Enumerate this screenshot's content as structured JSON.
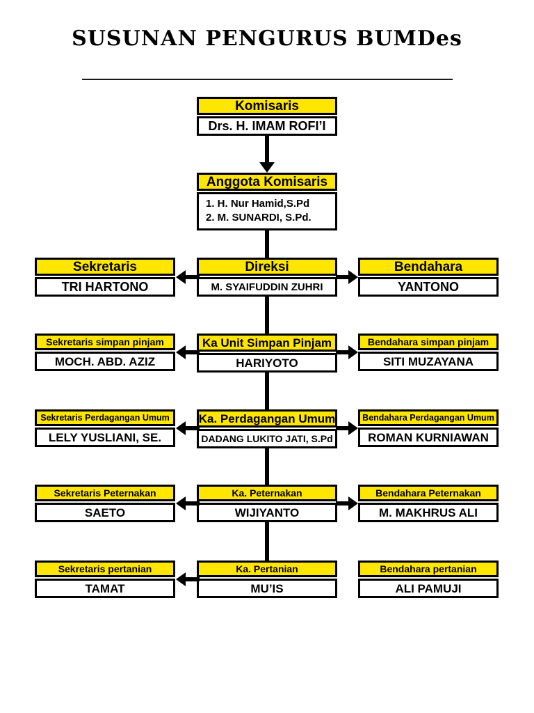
{
  "document": {
    "title": "SUSUNAN PENGURUS BUMDes"
  },
  "colors": {
    "header_fill": "#ffe600",
    "body_fill": "#ffffff",
    "border": "#000000",
    "text": "#000000",
    "rule": "#1a1a1a"
  },
  "chart_data": {
    "type": "diagram",
    "title": "SUSUNAN PENGURUS BUMDes",
    "orientation": "top-down organizational hierarchy with left and right satellites",
    "nodes": [
      {
        "id": "komisaris",
        "column": "center",
        "row": 0,
        "header": "Komisaris",
        "body": "Drs. H. IMAM ROFI’I"
      },
      {
        "id": "anggota-komisaris",
        "column": "center",
        "row": 1,
        "header": "Anggota Komisaris",
        "body_lines": [
          "1.  H. Nur Hamid,S.Pd",
          "2.  M. SUNARDI, S.Pd."
        ]
      },
      {
        "id": "direksi",
        "column": "center",
        "row": 2,
        "header": "Direksi",
        "body": "M. SYAIFUDDIN ZUHRI"
      },
      {
        "id": "sekretaris",
        "column": "left",
        "row": 2,
        "header": "Sekretaris",
        "body": "TRI HARTONO"
      },
      {
        "id": "bendahara",
        "column": "right",
        "row": 2,
        "header": "Bendahara",
        "body": "YANTONO"
      },
      {
        "id": "ka-unit-simpan-pinjam",
        "column": "center",
        "row": 3,
        "header": "Ka Unit Simpan Pinjam",
        "body": "HARIYOTO"
      },
      {
        "id": "sekretaris-simpan-pinjam",
        "column": "left",
        "row": 3,
        "header": "Sekretaris simpan pinjam",
        "body": "MOCH. ABD. AZIZ"
      },
      {
        "id": "bendahara-simpan-pinjam",
        "column": "right",
        "row": 3,
        "header": "Bendahara simpan pinjam",
        "body": "SITI MUZAYANA"
      },
      {
        "id": "ka-perdagangan-umum",
        "column": "center",
        "row": 4,
        "header": "Ka. Perdagangan Umum",
        "body": "DADANG LUKITO JATI, S.Pd"
      },
      {
        "id": "sekretaris-perdagangan-umum",
        "column": "left",
        "row": 4,
        "header": "Sekretaris Perdagangan Umum",
        "body": "LELY YUSLIANI, SE."
      },
      {
        "id": "bendahara-perdagangan-umum",
        "column": "right",
        "row": 4,
        "header": "Bendahara Perdagangan Umum",
        "body": "ROMAN KURNIAWAN"
      },
      {
        "id": "ka-peternakan",
        "column": "center",
        "row": 5,
        "header": "Ka. Peternakan",
        "body": "WIJIYANTO"
      },
      {
        "id": "sekretaris-peternakan",
        "column": "left",
        "row": 5,
        "header": "Sekretaris Peternakan",
        "body": "SAETO"
      },
      {
        "id": "bendahara-peternakan",
        "column": "right",
        "row": 5,
        "header": "Bendahara Peternakan",
        "body": "M. MAKHRUS ALI"
      },
      {
        "id": "ka-pertanian",
        "column": "center",
        "row": 6,
        "header": "Ka. Pertanian",
        "body": "MU’IS"
      },
      {
        "id": "sekretaris-pertanian",
        "column": "left",
        "row": 6,
        "header": "Sekretaris pertanian",
        "body": "TAMAT"
      },
      {
        "id": "bendahara-pertanian",
        "column": "right",
        "row": 6,
        "header": "Bendahara pertanian",
        "body": "ALI PAMUJI"
      }
    ],
    "edges": [
      {
        "from": "komisaris",
        "to": "anggota-komisaris",
        "style": "arrow-down"
      },
      {
        "from": "anggota-komisaris",
        "to": "direksi",
        "style": "line-down"
      },
      {
        "from": "direksi",
        "to": "sekretaris",
        "style": "arrow-left"
      },
      {
        "from": "direksi",
        "to": "bendahara",
        "style": "arrow-right"
      },
      {
        "from": "direksi",
        "to": "ka-unit-simpan-pinjam",
        "style": "line-down"
      },
      {
        "from": "ka-unit-simpan-pinjam",
        "to": "sekretaris-simpan-pinjam",
        "style": "arrow-left"
      },
      {
        "from": "ka-unit-simpan-pinjam",
        "to": "bendahara-simpan-pinjam",
        "style": "arrow-right"
      },
      {
        "from": "ka-unit-simpan-pinjam",
        "to": "ka-perdagangan-umum",
        "style": "line-down"
      },
      {
        "from": "ka-perdagangan-umum",
        "to": "sekretaris-perdagangan-umum",
        "style": "arrow-left"
      },
      {
        "from": "ka-perdagangan-umum",
        "to": "bendahara-perdagangan-umum",
        "style": "arrow-right"
      },
      {
        "from": "ka-perdagangan-umum",
        "to": "ka-peternakan",
        "style": "line-down"
      },
      {
        "from": "ka-peternakan",
        "to": "sekretaris-peternakan",
        "style": "arrow-left"
      },
      {
        "from": "ka-peternakan",
        "to": "bendahara-peternakan",
        "style": "arrow-right"
      },
      {
        "from": "ka-peternakan",
        "to": "ka-pertanian",
        "style": "line-down"
      },
      {
        "from": "ka-pertanian",
        "to": "sekretaris-pertanian",
        "style": "arrow-left"
      }
    ]
  }
}
